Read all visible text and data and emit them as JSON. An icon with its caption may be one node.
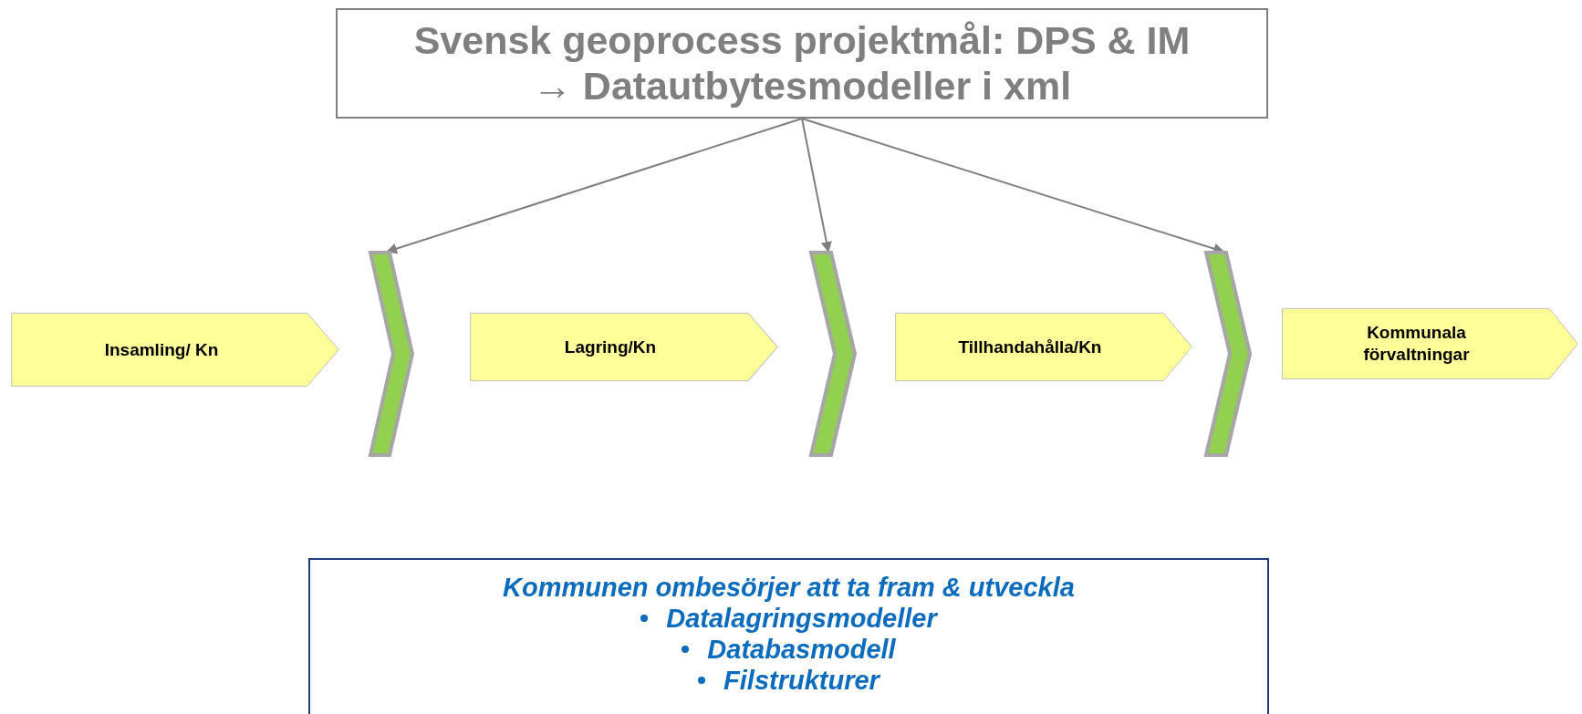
{
  "diagram": {
    "nodes": [
      {
        "text": [
          "Svensk geoprocess projektmål: DPS & IM → Datautbytesmodeller i xml"
        ]
      },
      {
        "text": [
          "Insamling/ Kn"
        ]
      },
      {
        "text": [],
        "shape": "chevron"
      },
      {
        "text": [
          "Lagring/Kn"
        ]
      },
      {
        "text": [],
        "shape": "chevron"
      },
      {
        "text": [
          "Tillhandahålla/Kn"
        ]
      },
      {
        "text": [],
        "shape": "chevron"
      },
      {
        "text": [
          "Kommunala förvaltningar"
        ]
      },
      {
        "text": [
          "Kommunen ombesörjer att ta fram & utveckla",
          "Datalagringsmodeller",
          "Databasmodell",
          "Filstrukturer"
        ]
      }
    ],
    "edges": [
      {
        "from": 0,
        "to": 2,
        "arrow": "to"
      },
      {
        "from": 0,
        "to": 4,
        "arrow": "to"
      },
      {
        "from": 0,
        "to": 6,
        "arrow": "to"
      }
    ]
  }
}
